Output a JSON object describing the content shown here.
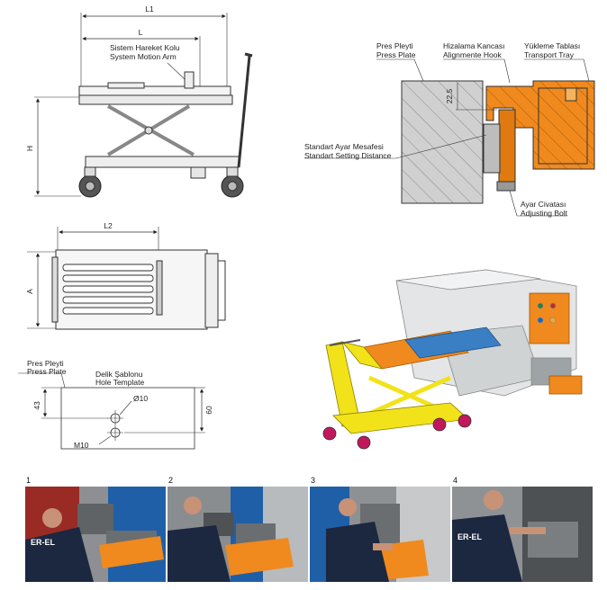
{
  "side_view": {
    "dim_L1": "L1",
    "dim_L": "L",
    "dim_H": "H",
    "arm_label_tr": "Sistem Hareket Kolu",
    "arm_label_en": "System Motion Arm"
  },
  "top_view": {
    "dim_L2": "L2",
    "dim_A": "A"
  },
  "hole_template": {
    "plate_tr": "Pres Pleyti",
    "plate_en": "Press Plate",
    "template_tr": "Delik Şablonu",
    "template_en": "Hole Template",
    "dim_43": "43",
    "dim_60": "60",
    "dia_label": "Ø10",
    "bolt_label": "M10"
  },
  "section": {
    "plate_tr": "Pres Pleyti",
    "plate_en": "Press Plate",
    "hook_tr": "Hizalama Kancası",
    "hook_en": "Alignmente Hook",
    "tray_tr": "Yükleme Tablası",
    "tray_en": "Transport Tray",
    "setting_tr": "Standart Ayar Mesafesi",
    "setting_en": "Standart Setting Distance",
    "bolt_tr": "Ayar Civatası",
    "bolt_en": "Adjusting Bolt",
    "dim_22_5": "22.5"
  },
  "photos": [
    {
      "num": "1",
      "shirt": "ER-EL"
    },
    {
      "num": "2",
      "shirt": ""
    },
    {
      "num": "3",
      "shirt": ""
    },
    {
      "num": "4",
      "shirt": "ER-EL"
    }
  ],
  "colors": {
    "orange": "#f08a1e",
    "yellow": "#f2e21a",
    "press_grey": "#d7d9da",
    "press_blue": "#1f5fa8"
  }
}
